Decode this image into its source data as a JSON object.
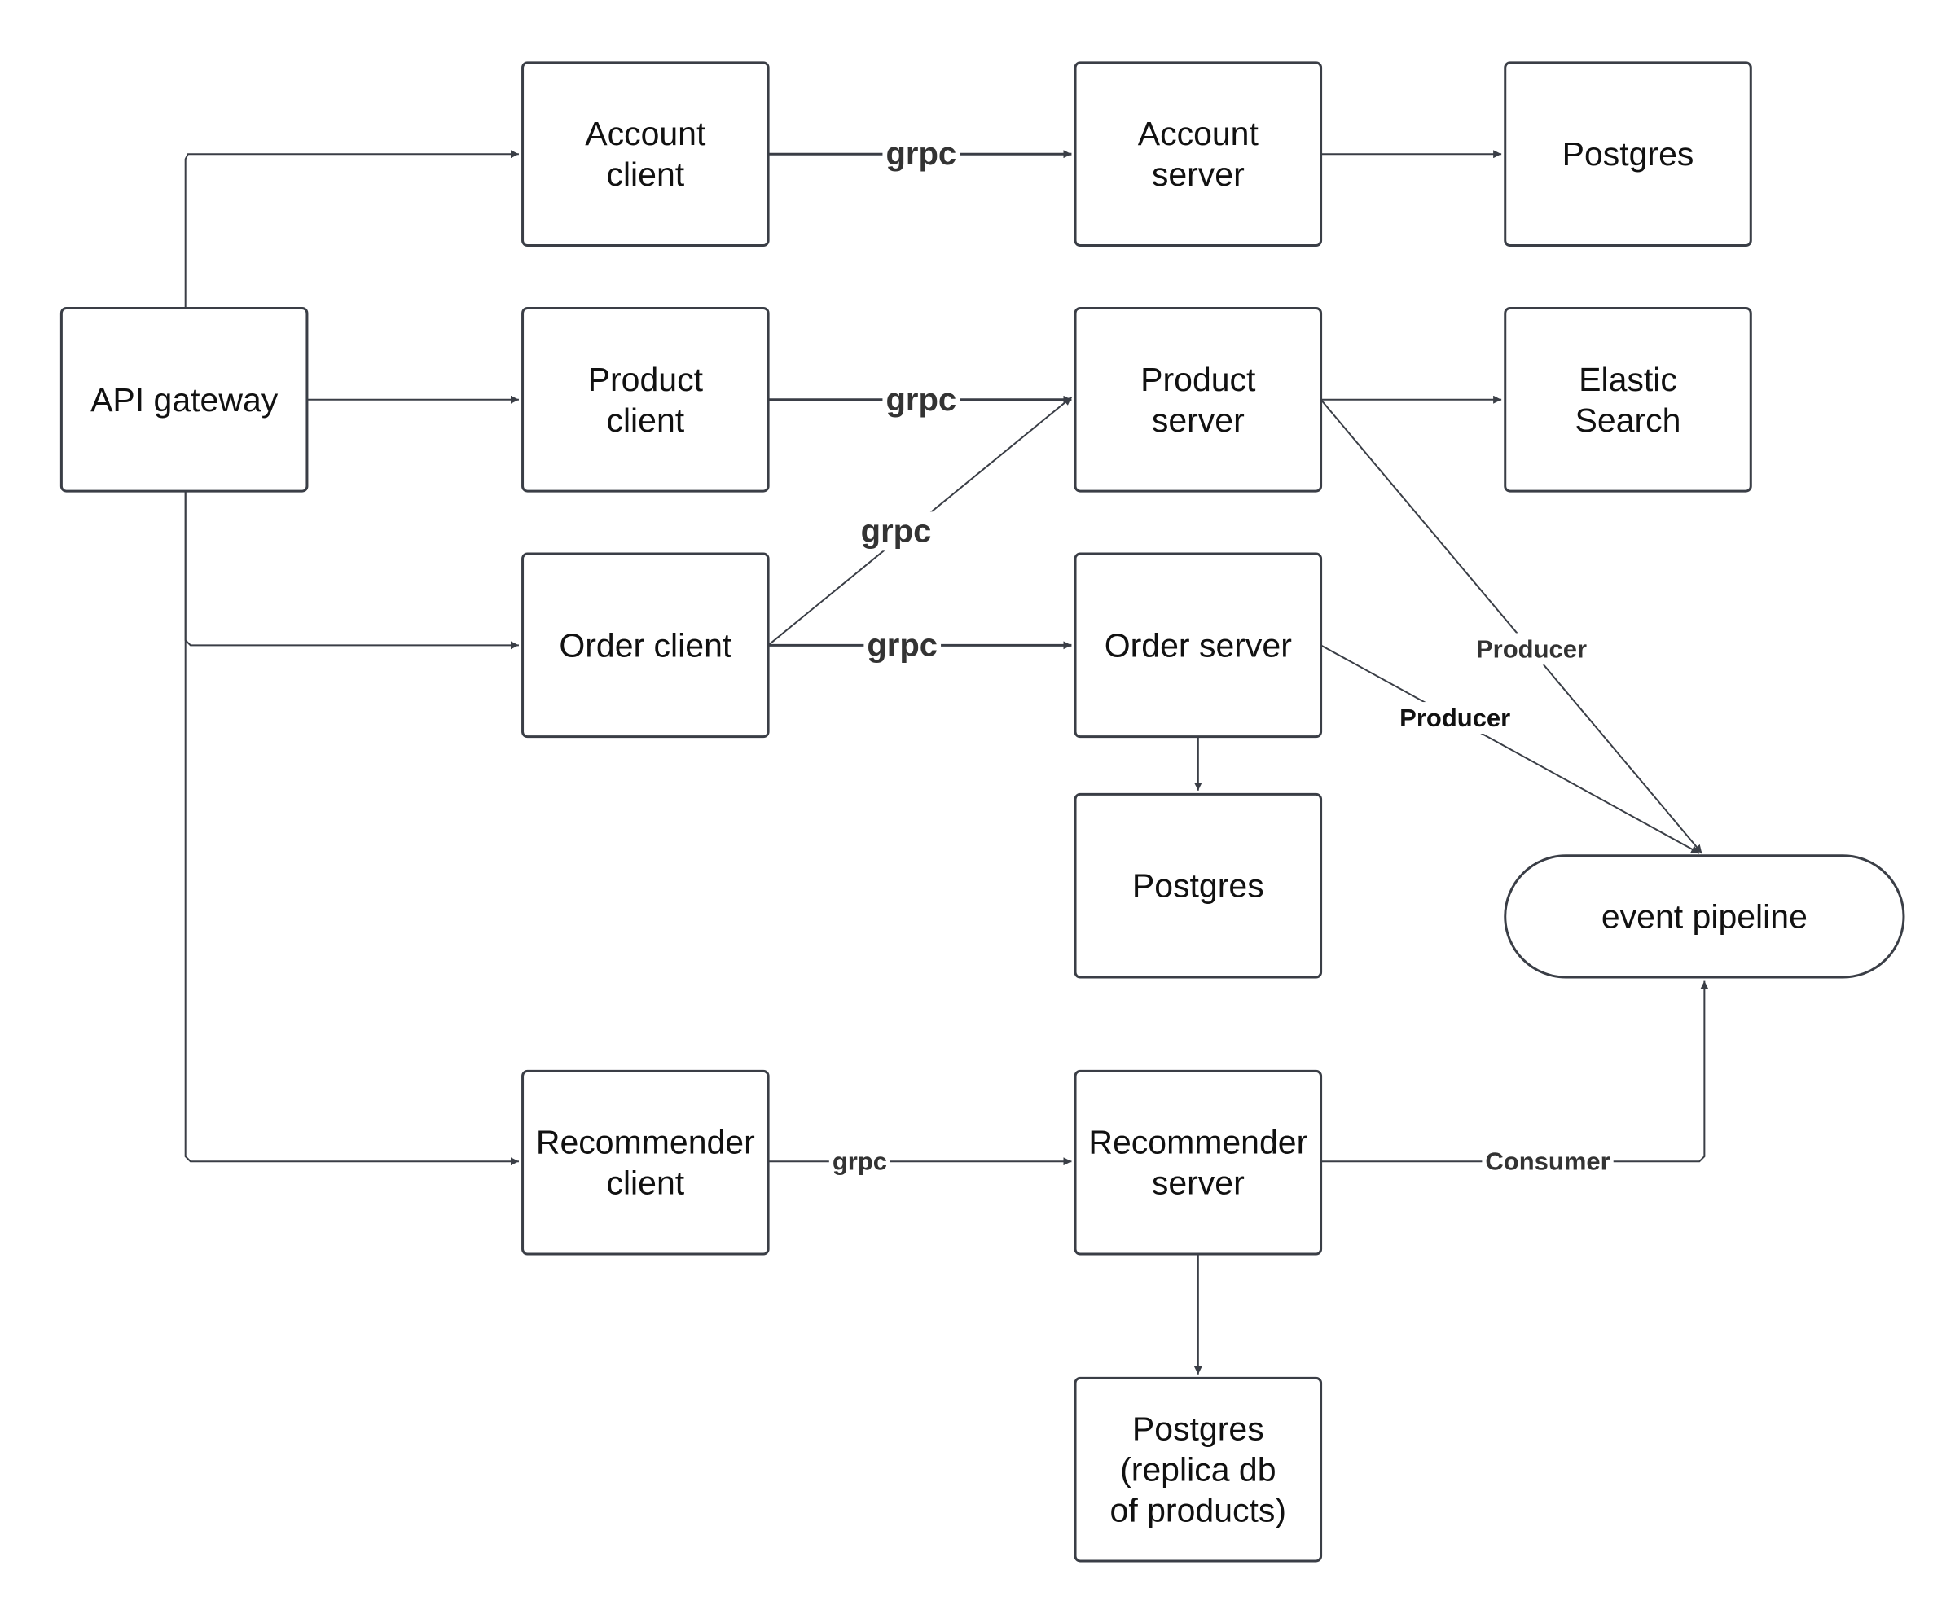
{
  "nodes": {
    "api_gateway": [
      "API gateway"
    ],
    "account_client": [
      "Account",
      "client"
    ],
    "account_server": [
      "Account",
      "server"
    ],
    "postgres_account": [
      "Postgres"
    ],
    "product_client": [
      "Product",
      "client"
    ],
    "product_server": [
      "Product",
      "server"
    ],
    "elastic_search": [
      "Elastic",
      "Search"
    ],
    "order_client": [
      "Order client"
    ],
    "order_server": [
      "Order server"
    ],
    "postgres_order": [
      "Postgres"
    ],
    "event_pipeline": [
      "event pipeline"
    ],
    "recommender_client": [
      "Recommender",
      "client"
    ],
    "recommender_server": [
      "Recommender",
      "server"
    ],
    "postgres_replica": [
      "Postgres",
      "(replica db",
      "of products)"
    ]
  },
  "edge_labels": {
    "account_grpc": "grpc",
    "product_grpc": "grpc",
    "order_product_grpc": "grpc",
    "order_grpc": "grpc",
    "product_producer": "Producer",
    "order_producer": "Producer",
    "recommender_grpc": "grpc",
    "recommender_consumer": "Consumer"
  }
}
